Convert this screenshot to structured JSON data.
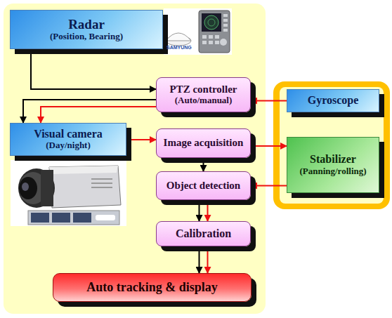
{
  "diagram": {
    "nodes": [
      {
        "text": [
          "Radar",
          "(Position, Bearing)"
        ]
      },
      {
        "text": [
          "PTZ controller",
          "(Auto/manual)"
        ]
      },
      {
        "text": [
          "Visual camera",
          "(Day/night)"
        ]
      },
      {
        "text": [
          "Image acquisition"
        ]
      },
      {
        "text": [
          "Object detection"
        ]
      },
      {
        "text": [
          "Calibration"
        ]
      },
      {
        "text": [
          "Auto tracking & display"
        ]
      },
      {
        "text": [
          "Gyroscope"
        ]
      },
      {
        "text": [
          "Stabilizer",
          "(Panning/rolling)"
        ]
      }
    ],
    "edges": [
      {
        "from": 0,
        "to": 1,
        "arrow": "to"
      },
      {
        "from": 1,
        "to": 2,
        "arrow": "to"
      },
      {
        "from": 1,
        "to": 2,
        "arrow": "to"
      },
      {
        "from": 7,
        "to": 1,
        "arrow": "to"
      },
      {
        "from": 2,
        "to": 3,
        "arrow": "to"
      },
      {
        "from": 3,
        "to": 8,
        "arrow": "to"
      },
      {
        "from": 8,
        "to": 4,
        "arrow": "to"
      },
      {
        "from": 3,
        "to": 4,
        "arrow": "to"
      },
      {
        "from": 4,
        "to": 5,
        "arrow": "to"
      },
      {
        "from": 4,
        "to": 5,
        "arrow": "to"
      },
      {
        "from": 5,
        "to": 6,
        "arrow": "to"
      },
      {
        "from": 5,
        "to": 6,
        "arrow": "to"
      }
    ],
    "labels": [
      "SAMYUNG"
    ]
  }
}
